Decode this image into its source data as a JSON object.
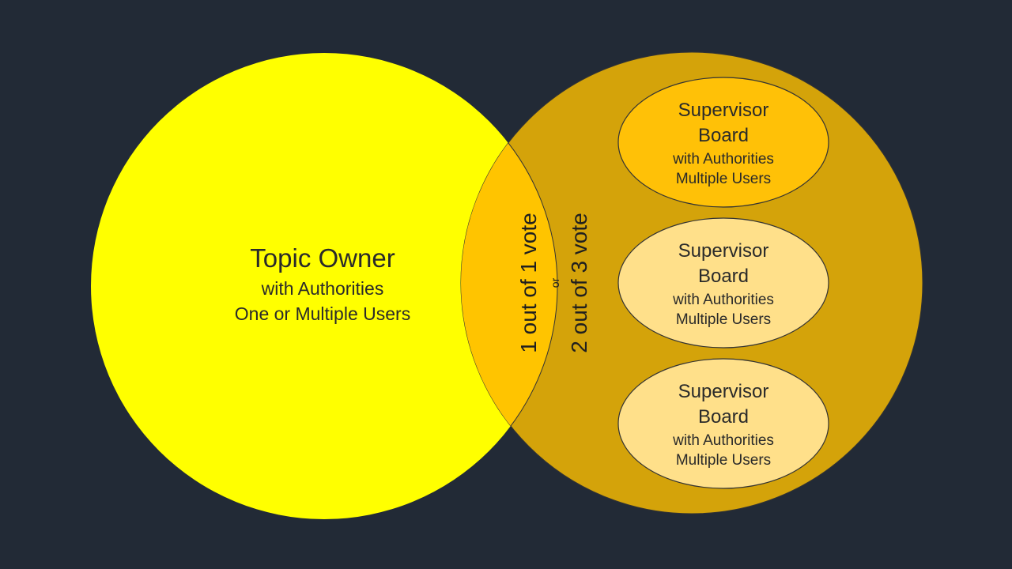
{
  "colors": {
    "background": "#222a36",
    "owner_circle": "#ffff00",
    "board_circle": "#d4a30a",
    "overlap": "#ffc400",
    "board_top": "#ffc107",
    "board_light": "#ffe08a",
    "stroke": "#333333"
  },
  "owner": {
    "title": "Topic Owner",
    "line1": "with Authorities",
    "line2": "One or Multiple Users"
  },
  "overlap": {
    "vote_primary": "1 out of 1 vote",
    "separator": "or",
    "vote_secondary": "2 out of 3 vote"
  },
  "boards": [
    {
      "title1": "Supervisor",
      "title2": "Board",
      "line1": "with Authorities",
      "line2": "Multiple Users"
    },
    {
      "title1": "Supervisor",
      "title2": "Board",
      "line1": "with Authorities",
      "line2": "Multiple Users"
    },
    {
      "title1": "Supervisor",
      "title2": "Board",
      "line1": "with Authorities",
      "line2": "Multiple Users"
    }
  ]
}
